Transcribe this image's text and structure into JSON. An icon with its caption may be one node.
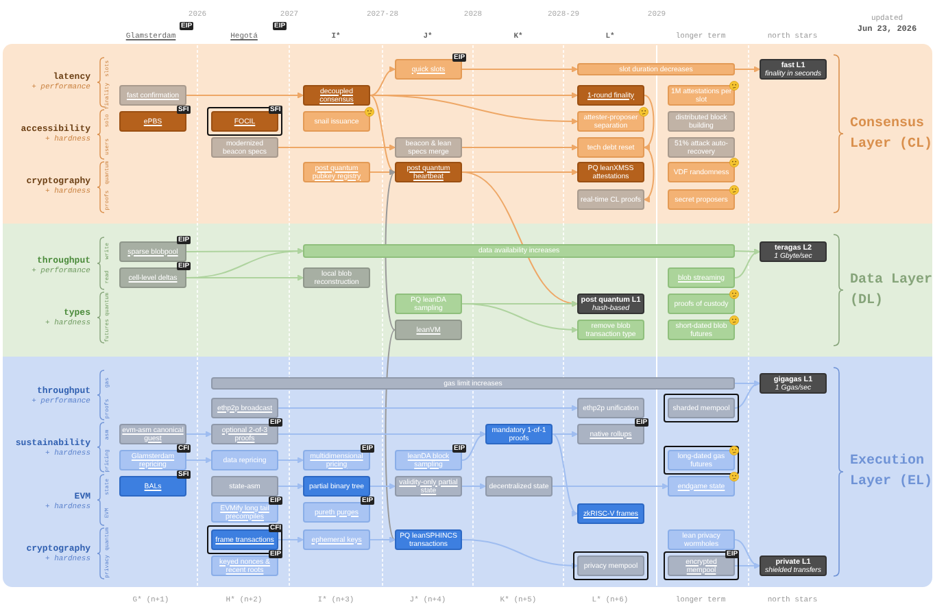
{
  "diagram": {
    "nodes": [
      {
        "text": [
          "Consensus Layer (CL)"
        ]
      },
      {
        "text": [
          "fast confirmation"
        ],
        "in": 0
      },
      {
        "text": [
          "ePBS"
        ],
        "in": 0,
        "beside": [
          "SFI"
        ]
      },
      {
        "text": [
          "FOCIL"
        ],
        "in": 0,
        "beside": [
          "SFI"
        ]
      },
      {
        "text": [
          "modernized beacon specs"
        ],
        "in": 0
      },
      {
        "text": [
          "decoupled consensus"
        ],
        "in": 0
      },
      {
        "text": [
          "snail issuance"
        ],
        "in": 0
      },
      {
        "text": [
          "post quantum pubkey registry"
        ],
        "in": 0
      },
      {
        "text": [
          "quick slots"
        ],
        "in": 0,
        "beside": [
          "EIP"
        ]
      },
      {
        "text": [
          "beacon & lean specs merge"
        ],
        "in": 0
      },
      {
        "text": [
          "post quantum heartbeat"
        ],
        "in": 0
      },
      {
        "text": [
          "slot duration decreases"
        ],
        "in": 0
      },
      {
        "text": [
          "fast L1",
          "finality in seconds"
        ],
        "in": 0
      },
      {
        "text": [
          "1-round finality"
        ],
        "in": 0
      },
      {
        "text": [
          "attester-proposer separation"
        ],
        "in": 0
      },
      {
        "text": [
          "tech debt reset"
        ],
        "in": 0
      },
      {
        "text": [
          "PQ leanXMSS attestations"
        ],
        "in": 0
      },
      {
        "text": [
          "real-time CL proofs"
        ],
        "in": 0
      },
      {
        "text": [
          "1M attestations per slot"
        ],
        "in": 0
      },
      {
        "text": [
          "distributed block building"
        ],
        "in": 0
      },
      {
        "text": [
          "51% attack auto-recovery"
        ],
        "in": 0
      },
      {
        "text": [
          "VDF randomness"
        ],
        "in": 0
      },
      {
        "text": [
          "secret proposers"
        ],
        "in": 0
      },
      {
        "text": [
          "Data Layer (DL)"
        ]
      },
      {
        "text": [
          "sparse blobpool"
        ],
        "in": 23,
        "beside": [
          "EIP"
        ]
      },
      {
        "text": [
          "cell-level deltas"
        ],
        "in": 23,
        "beside": [
          "EIP"
        ]
      },
      {
        "text": [
          "data availability increases"
        ],
        "in": 23
      },
      {
        "text": [
          "local blob reconstruction"
        ],
        "in": 23
      },
      {
        "text": [
          "PQ leanDA sampling"
        ],
        "in": 23
      },
      {
        "text": [
          "leanVM"
        ],
        "in": 23
      },
      {
        "text": [
          "post quantum L1",
          "hash-based"
        ],
        "in": 23
      },
      {
        "text": [
          "remove blob transaction type"
        ],
        "in": 23
      },
      {
        "text": [
          "blob streaming"
        ],
        "in": 23
      },
      {
        "text": [
          "proofs of custody"
        ],
        "in": 23
      },
      {
        "text": [
          "short-dated blob futures"
        ],
        "in": 23
      },
      {
        "text": [
          "teragas L2",
          "1 Gbyte/sec"
        ],
        "in": 23
      },
      {
        "text": [
          "Execution Layer (EL)"
        ]
      },
      {
        "text": [
          "gas limit increases"
        ],
        "in": 36
      },
      {
        "text": [
          "gigagas L1",
          "1 Ggas/sec"
        ],
        "in": 36
      },
      {
        "text": [
          "evm-asm canonical guest"
        ],
        "in": 36
      },
      {
        "text": [
          "Glamsterdam repricing"
        ],
        "in": 36,
        "beside": [
          "CFI"
        ]
      },
      {
        "text": [
          "BALs"
        ],
        "in": 36,
        "beside": [
          "SFI"
        ]
      },
      {
        "text": [
          "ethp2p broadcast"
        ],
        "in": 36
      },
      {
        "text": [
          "optional 2-of-3 proofs"
        ],
        "in": 36,
        "beside": [
          "EIP"
        ]
      },
      {
        "text": [
          "data repricing"
        ],
        "in": 36
      },
      {
        "text": [
          "state-asm"
        ],
        "in": 36
      },
      {
        "text": [
          "EVMify long tail precompiles"
        ],
        "in": 36,
        "beside": [
          "EIP"
        ]
      },
      {
        "text": [
          "frame transactions"
        ],
        "in": 36,
        "beside": [
          "CFI"
        ]
      },
      {
        "text": [
          "keyed nonces & recent roots"
        ],
        "in": 36,
        "beside": [
          "EIP"
        ]
      },
      {
        "text": [
          "multidimensional pricing"
        ],
        "in": 36,
        "beside": [
          "EIP"
        ]
      },
      {
        "text": [
          "partial binary tree"
        ],
        "in": 36
      },
      {
        "text": [
          "pureth purges"
        ],
        "in": 36,
        "beside": [
          "EIP"
        ]
      },
      {
        "text": [
          "ephemeral keys"
        ],
        "in": 36
      },
      {
        "text": [
          "leanDA block sampling"
        ],
        "in": 36,
        "beside": [
          "EIP"
        ]
      },
      {
        "text": [
          "validity-only partial state"
        ],
        "in": 36
      },
      {
        "text": [
          "PQ leanSPHINCS transactions"
        ],
        "in": 36
      },
      {
        "text": [
          "mandatory 1-of-1 proofs"
        ],
        "in": 36
      },
      {
        "text": [
          "decentralized state"
        ],
        "in": 36
      },
      {
        "text": [
          "ethp2p unification"
        ],
        "in": 36
      },
      {
        "text": [
          "native rollups"
        ],
        "in": 36,
        "beside": [
          "EIP"
        ]
      },
      {
        "text": [
          "zkRISC-V frames"
        ],
        "in": 36
      },
      {
        "text": [
          "privacy mempool"
        ],
        "in": 36
      },
      {
        "text": [
          "sharded mempool"
        ],
        "in": 36
      },
      {
        "text": [
          "long-dated gas futures"
        ],
        "in": 36
      },
      {
        "text": [
          "endgame state"
        ],
        "in": 36
      },
      {
        "text": [
          "lean privacy wormholes"
        ],
        "in": 36
      },
      {
        "text": [
          "encrypted mempool"
        ],
        "in": 36,
        "beside": [
          "EIP"
        ]
      },
      {
        "text": [
          "private L1",
          "shielded transfers"
        ],
        "in": 36
      }
    ],
    "edges": [
      {
        "from": 1,
        "to": 5,
        "arrow": "to",
        "color": "#eea766"
      },
      {
        "from": 5,
        "to": 8,
        "arrow": "to",
        "color": "#eea766"
      },
      {
        "from": 5,
        "to": 13,
        "arrow": "to",
        "color": "#eea766"
      },
      {
        "from": 5,
        "to": 14,
        "arrow": "to",
        "color": "#eea766"
      },
      {
        "from": 5,
        "to": 10,
        "arrow": "to",
        "color": "#eea766"
      },
      {
        "from": 8,
        "to": 11,
        "arrow": "to",
        "color": "#eea766"
      },
      {
        "from": 11,
        "to": 12,
        "arrow": "to",
        "color": "#eea766"
      },
      {
        "from": 4,
        "to": 9,
        "arrow": "to",
        "color": "#eea766"
      },
      {
        "from": 9,
        "to": 15,
        "arrow": "to",
        "color": "#eea766"
      },
      {
        "from": 7,
        "to": 10,
        "arrow": "to",
        "color": "#eea766"
      },
      {
        "from": 10,
        "to": 16,
        "arrow": "to",
        "color": "#eea766"
      },
      {
        "from": 13,
        "to": 15,
        "arrow": "to",
        "color": "#eea766"
      },
      {
        "from": 15,
        "to": 17,
        "arrow": "to",
        "color": "#eea766"
      },
      {
        "from": 10,
        "to": 30,
        "arrow": "to",
        "color": "#eea766"
      },
      {
        "from": 24,
        "to": 26,
        "arrow": "to",
        "color": "#aed39e"
      },
      {
        "from": 25,
        "to": 26,
        "arrow": "to",
        "color": "#aed39e"
      },
      {
        "from": 25,
        "to": 27,
        "arrow": "to",
        "color": "#aed39e"
      },
      {
        "from": 26,
        "to": 35,
        "arrow": "to",
        "color": "#aed39e"
      },
      {
        "from": 32,
        "to": 35,
        "arrow": "to",
        "color": "#aed39e"
      },
      {
        "from": 28,
        "to": 30,
        "arrow": "to",
        "color": "#aed39e"
      },
      {
        "from": 28,
        "to": 31,
        "arrow": "to",
        "color": "#aed39e"
      },
      {
        "from": 29,
        "to": 10,
        "arrow": "to",
        "color": "#999999"
      },
      {
        "from": 29,
        "to": 55,
        "arrow": "to",
        "color": "#999999"
      },
      {
        "from": 37,
        "to": 38,
        "arrow": "to"
      },
      {
        "from": 62,
        "to": 38,
        "arrow": "to"
      },
      {
        "from": 42,
        "to": 58,
        "arrow": "to"
      },
      {
        "from": 39,
        "to": 43,
        "arrow": "to"
      },
      {
        "from": 43,
        "to": 56,
        "arrow": "to"
      },
      {
        "from": 40,
        "to": 44,
        "arrow": "to"
      },
      {
        "from": 44,
        "to": 49,
        "arrow": "to"
      },
      {
        "from": 45,
        "to": 50,
        "arrow": "to"
      },
      {
        "from": 50,
        "to": 54,
        "arrow": "to"
      },
      {
        "from": 54,
        "to": 57,
        "arrow": "to"
      },
      {
        "from": 57,
        "to": 64,
        "arrow": "to"
      },
      {
        "from": 56,
        "to": 59,
        "arrow": "to"
      },
      {
        "from": 56,
        "to": 60,
        "arrow": "to"
      },
      {
        "from": 47,
        "to": 52,
        "arrow": "to"
      },
      {
        "from": 52,
        "to": 55,
        "arrow": "to"
      },
      {
        "from": 55,
        "to": 61,
        "arrow": "to"
      },
      {
        "from": 65,
        "to": 67,
        "arrow": "to"
      },
      {
        "from": 66,
        "to": 67,
        "arrow": "to"
      },
      {
        "from": 53,
        "to": 56,
        "arrow": "to"
      }
    ],
    "labels": [
      "2026",
      "2027",
      "2027-28",
      "2028",
      "2028-29",
      "2029",
      "updated",
      "Jun 23, 2026",
      "Glamsterdam",
      "EIP",
      "Hegotá",
      "EIP",
      "I*",
      "J*",
      "K*",
      "L*",
      "longer term",
      "north stars",
      "latency",
      "+ performance",
      "slots",
      "finality",
      "accessibility",
      "+ hardness",
      "solo",
      "users",
      "cryptography",
      "+ hardness",
      "quantum",
      "proofs",
      "throughput",
      "+ performance",
      "write",
      "read",
      "types",
      "+ hardness",
      "quantum",
      "futures",
      "throughput",
      "+ performance",
      "gas",
      "proofs",
      "sustainability",
      "+ hardness",
      "asm",
      "pricing",
      "EVM",
      "+ hardness",
      "state",
      "EVM",
      "cryptography",
      "+ hardness",
      "quantum",
      "privacy",
      "G* (n+1)",
      "H* (n+2)",
      "I* (n+3)",
      "J* (n+4)",
      "K* (n+5)",
      "L* (n+6)",
      "longer term",
      "north stars"
    ]
  }
}
